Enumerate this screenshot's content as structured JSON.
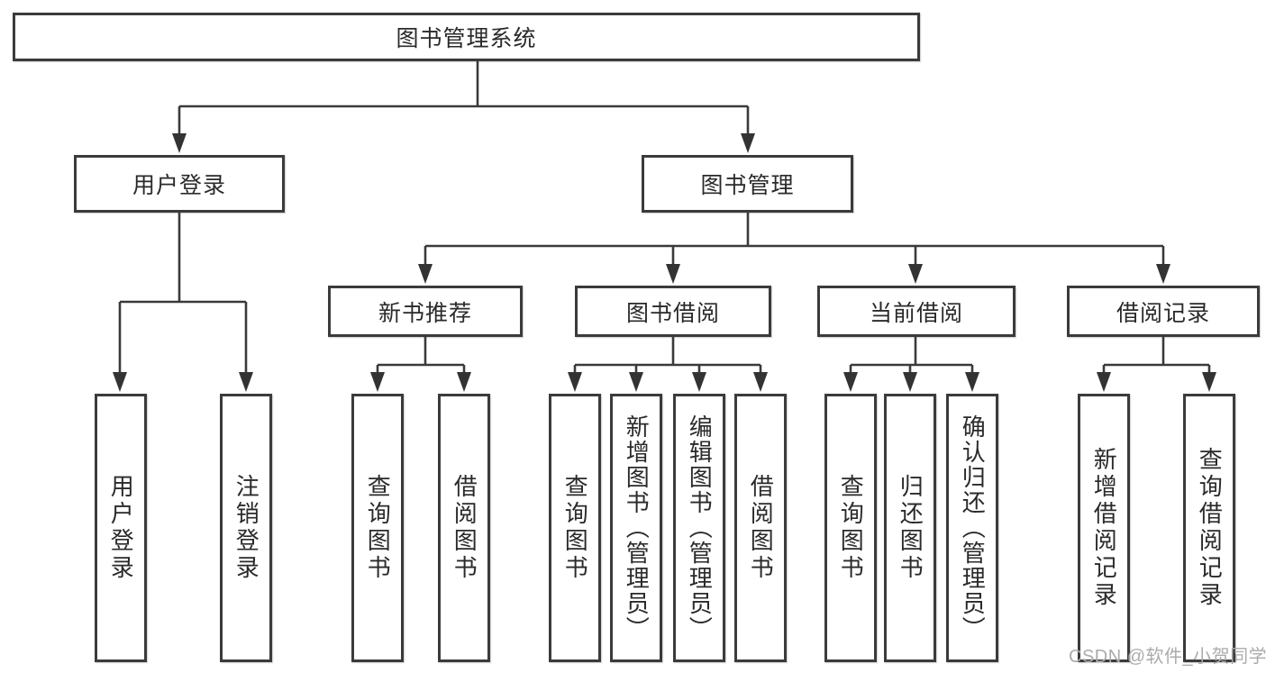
{
  "diagram_title": "图书管理系统",
  "tree": {
    "label": "图书管理系统",
    "children": [
      {
        "label": "用户登录",
        "children": [
          {
            "label": "用户登录"
          },
          {
            "label": "注销登录"
          }
        ]
      },
      {
        "label": "图书管理",
        "children": [
          {
            "label": "新书推荐",
            "children": [
              {
                "label": "查询图书"
              },
              {
                "label": "借阅图书"
              }
            ]
          },
          {
            "label": "图书借阅",
            "children": [
              {
                "label": "查询图书"
              },
              {
                "label": "新增图书（管理员）"
              },
              {
                "label": "编辑图书（管理员）"
              },
              {
                "label": "借阅图书"
              }
            ]
          },
          {
            "label": "当前借阅",
            "children": [
              {
                "label": "查询图书"
              },
              {
                "label": "归还图书"
              },
              {
                "label": "确认归还（管理员）"
              }
            ]
          },
          {
            "label": "借阅记录",
            "children": [
              {
                "label": "新增借阅记录"
              },
              {
                "label": "查询借阅记录"
              }
            ]
          }
        ]
      }
    ]
  },
  "watermark": {
    "text": "CSDN @软件_小贺同学"
  },
  "colors": {
    "line": "#3a3a3a",
    "box_border": "#3b3b3b",
    "text": "#2a2a2a",
    "watermark": "#ababab",
    "background": "#ffffff"
  }
}
